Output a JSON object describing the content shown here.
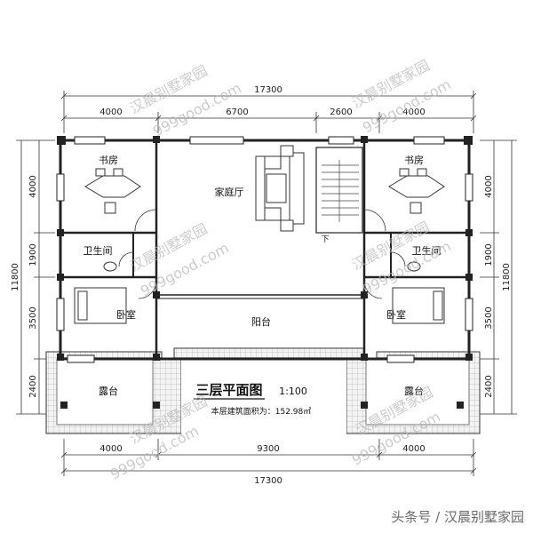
{
  "plan": {
    "title": "三层平面图",
    "scale": "1:100",
    "area_text": "本层建筑面积为：152.98㎡"
  },
  "rooms": {
    "study_left": "书房",
    "study_right": "书房",
    "family_hall": "家庭厅",
    "bath_left": "卫生间",
    "bath_right": "卫生间",
    "bed_left": "卧室",
    "bed_right": "卧室",
    "balcony": "阳台",
    "terrace_left": "露台",
    "terrace_right": "露台",
    "stair_down": "下"
  },
  "dims": {
    "top_total": "17300",
    "top_1": "4000",
    "top_2": "6700",
    "top_3": "2600",
    "top_4": "4000",
    "bottom_1": "4000",
    "bottom_2": "9300",
    "bottom_3": "4000",
    "bottom_total": "17300",
    "left_1": "4000",
    "left_2": "1900",
    "left_3": "3500",
    "left_4": "2400",
    "left_total": "11800",
    "right_1": "4000",
    "right_2": "1900",
    "right_3": "3500",
    "right_4": "2400",
    "right_total": "11800"
  },
  "watermark": {
    "text": "汉晨别墅家园",
    "url": "999good.com"
  },
  "credit": "头条号 / 汉晨别墅家园"
}
